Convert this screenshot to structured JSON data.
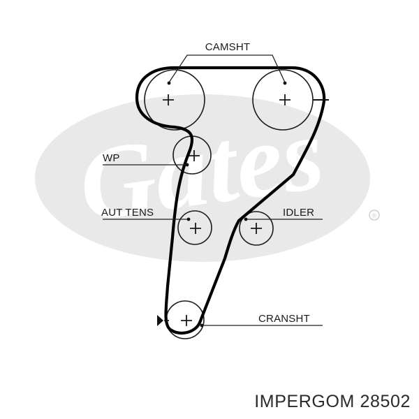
{
  "diagram": {
    "labels": {
      "camshaft": "CAMSHT",
      "water_pump": "WP",
      "auto_tensioner": "AUT TENS",
      "idler": "IDLER",
      "crankshaft": "CRANSHT"
    },
    "watermark": {
      "text": "Gates",
      "registered_mark": "®",
      "color": "#e8e8e8"
    },
    "belt_color": "#000000",
    "line_color": "#222222"
  },
  "caption": {
    "text": "IMPERGOM 28502"
  }
}
